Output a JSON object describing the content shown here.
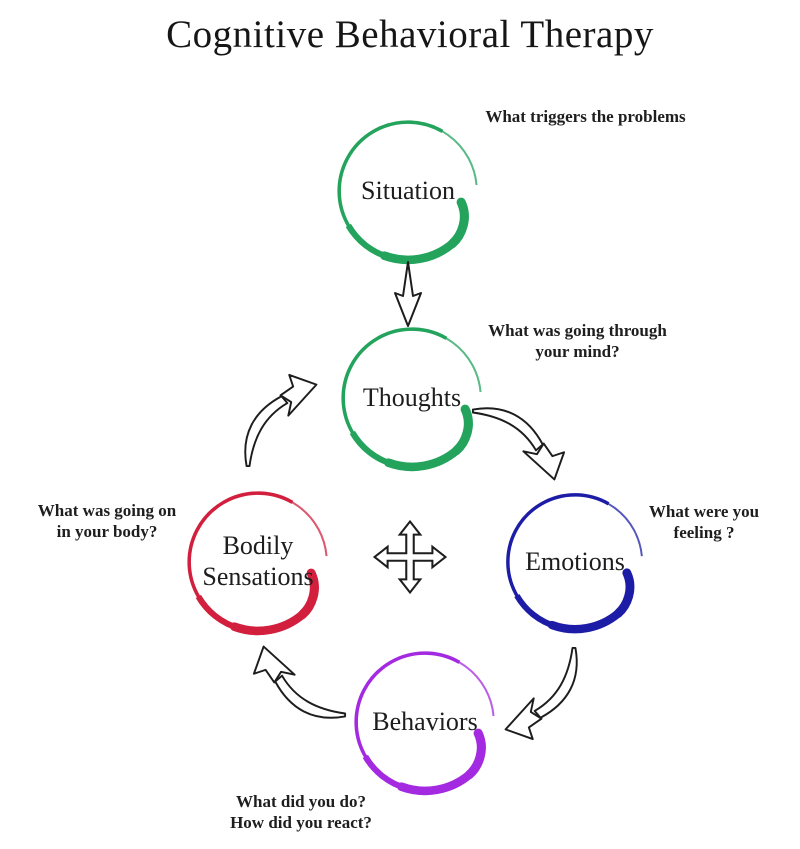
{
  "title": "Cognitive Behavioral Therapy",
  "colors": {
    "green": "#23a35c",
    "blue": "#1c1ca6",
    "red": "#d11f3d",
    "purple": "#a32ae0",
    "ink": "#1d1d1d"
  },
  "nodes": {
    "situation": {
      "label": "Situation",
      "color": "#23a35c",
      "annotation": "What triggers the problems"
    },
    "thoughts": {
      "label": "Thoughts",
      "color": "#23a35c",
      "annotation": "What was going through\nyour mind?"
    },
    "emotions": {
      "label": "Emotions",
      "color": "#1c1ca6",
      "annotation": "What were you\nfeeling ?"
    },
    "bodily_sensations": {
      "label": "Bodily\nSensations",
      "color": "#d11f3d",
      "annotation": "What was going on\nin your body?"
    },
    "behaviors": {
      "label": "Behaviors",
      "color": "#a32ae0",
      "annotation": "What did you do?\nHow did you react?"
    }
  },
  "icons": {
    "center": "four-way-move-arrow",
    "situation_to_thoughts": "down-outline-arrow",
    "cycle": "curved-doodle-arrow"
  }
}
